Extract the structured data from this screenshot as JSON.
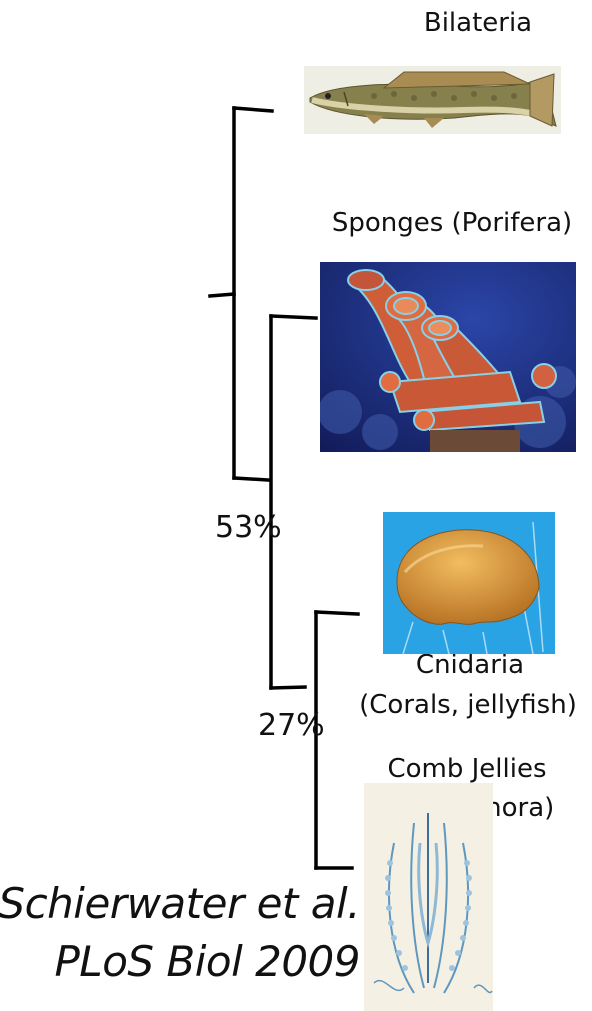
{
  "taxa": {
    "bilateria": "Bilateria",
    "sponges": "Sponges (Porifera)",
    "cnidaria_line1": "Cnidaria",
    "cnidaria_line2": "(Corals, jellyfish)",
    "comb_line1": "Comb Jellies",
    "comb_line2": "(Ctenophora)"
  },
  "support": {
    "node_upper": "53%",
    "node_lower": "27%"
  },
  "citation": {
    "line1": "Schierwater et al.",
    "line2": "PLoS Biol 2009"
  },
  "images": {
    "bilateria": "fish-illustration",
    "sponges": "tube-sponge-photo",
    "cnidaria": "jellyfish-photo",
    "comb": "comb-jelly-illustration"
  },
  "colors": {
    "tree": "#000000",
    "fish_body": "#7f7a4a",
    "sponge": "#d2623e",
    "sea": "#1e2f83",
    "jelly": "#e09a3a",
    "jelly_water": "#2aa3e4",
    "comb_blue": "#5f97bf"
  }
}
